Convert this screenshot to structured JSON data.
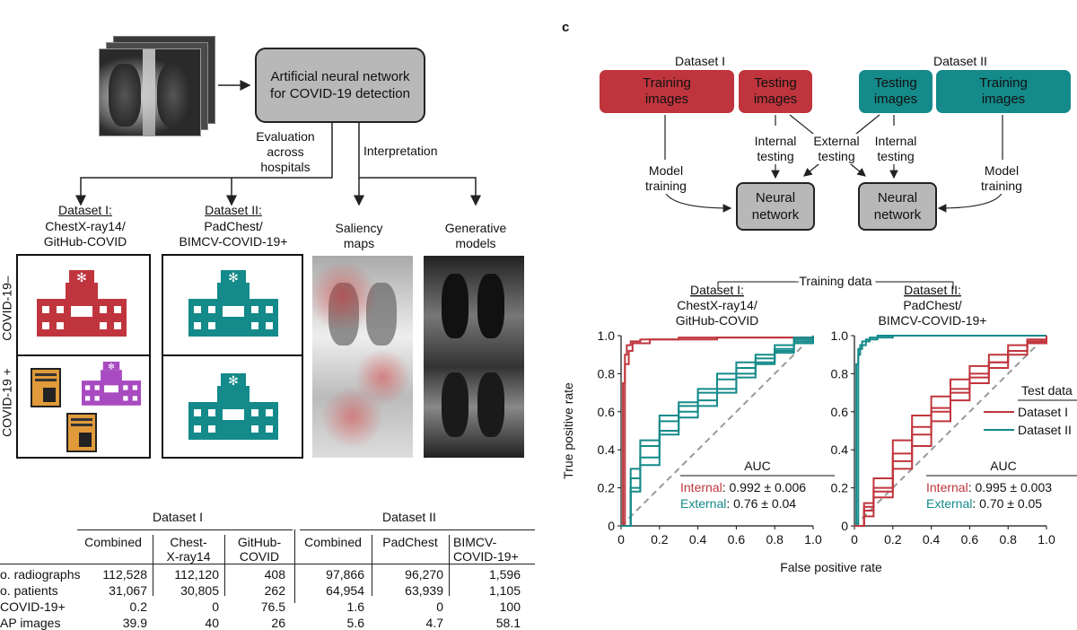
{
  "panel_c_label": "c",
  "top_flow": {
    "ann_box": "Artificial neural network\nfor COVID-19 detection",
    "evaluation": "Evaluation\nacross\nhospitals",
    "interpretation": "Interpretation",
    "dataset1_title": "Dataset I:",
    "dataset1_names": "ChestX-ray14/\nGitHub-COVID",
    "dataset2_title": "Dataset II:",
    "dataset2_names": "PadChest/\nBIMCV-COVID-19+",
    "saliency": "Saliency\nmaps",
    "generative": "Generative\nmodels",
    "row_neg": "COVID-19–",
    "row_pos": "COVID-19 +"
  },
  "table": {
    "group1": "Dataset I",
    "group2": "Dataset II",
    "headers": [
      "Combined",
      "Chest-\nX-ray14",
      "GitHub-\nCOVID",
      "Combined",
      "PadChest",
      "BIMCV-\nCOVID-19+"
    ],
    "rows": [
      {
        "label": "o. radiographs",
        "values": [
          "112,528",
          "112,120",
          "408",
          "97,866",
          "96,270",
          "1,596"
        ]
      },
      {
        "label": "o. patients",
        "values": [
          "31,067",
          "30,805",
          "262",
          "64,954",
          "63,939",
          "1,105"
        ]
      },
      {
        "label": "COVID-19+",
        "values": [
          "0.2",
          "0",
          "76.5",
          "1.6",
          "0",
          "100"
        ]
      },
      {
        "label": "AP images",
        "values": [
          "39.9",
          "40",
          "26",
          "5.6",
          "4.7",
          "58.1"
        ]
      }
    ]
  },
  "diagram_c": {
    "dataset1": "Dataset I",
    "dataset2": "Dataset II",
    "training_images": "Training\nimages",
    "testing_images": "Testing\nimages",
    "internal_testing": "Internal\ntesting",
    "external_testing": "External\ntesting",
    "model_training": "Model\ntraining",
    "neural_network": "Neural\nnetwork",
    "colors": {
      "red": "#c0353d",
      "teal": "#148a8a"
    }
  },
  "chart_data": [
    {
      "type": "line",
      "title": "Dataset I:\nChestX-ray14/\nGitHub-COVID",
      "supertitle": "Training data",
      "xlabel": "False positive rate",
      "ylabel": "True positive rate",
      "xlim": [
        0,
        1
      ],
      "ylim": [
        0,
        1
      ],
      "ticks": [
        0,
        0.2,
        0.4,
        0.6,
        0.8,
        1.0
      ],
      "tick_labels": [
        "0",
        "0.2",
        "0.4",
        "0.6",
        "0.8",
        "1.0"
      ],
      "auc_label": "AUC",
      "internal_label": "Internal",
      "internal_value": ": 0.992 ± 0.006",
      "external_label": "External",
      "external_value": ": 0.76 ± 0.04",
      "series": [
        {
          "color": "#c0353d",
          "x": [
            0,
            0.01,
            0.02,
            0.03,
            0.05,
            0.1,
            0.3,
            1.0
          ],
          "y": [
            0,
            0.75,
            0.9,
            0.95,
            0.97,
            0.98,
            0.99,
            1.0
          ]
        },
        {
          "color": "#c0353d",
          "x": [
            0,
            0.02,
            0.04,
            0.06,
            0.15,
            0.5,
            1.0
          ],
          "y": [
            0,
            0.85,
            0.92,
            0.96,
            0.98,
            0.99,
            1.0
          ]
        },
        {
          "color": "#148a8a",
          "x": [
            0,
            0.05,
            0.1,
            0.2,
            0.3,
            0.4,
            0.5,
            0.6,
            0.7,
            0.8,
            0.9,
            1.0
          ],
          "y": [
            0,
            0.25,
            0.42,
            0.55,
            0.63,
            0.7,
            0.77,
            0.83,
            0.88,
            0.93,
            0.98,
            1.0
          ]
        },
        {
          "color": "#148a8a",
          "x": [
            0,
            0.05,
            0.1,
            0.2,
            0.3,
            0.4,
            0.5,
            0.6,
            0.7,
            0.8,
            0.9,
            1.0
          ],
          "y": [
            0,
            0.2,
            0.36,
            0.5,
            0.6,
            0.66,
            0.72,
            0.8,
            0.86,
            0.92,
            0.97,
            1.0
          ]
        },
        {
          "color": "#148a8a",
          "x": [
            0,
            0.05,
            0.1,
            0.2,
            0.3,
            0.4,
            0.5,
            0.6,
            0.7,
            0.8,
            0.9,
            1.0
          ],
          "y": [
            0,
            0.3,
            0.45,
            0.58,
            0.65,
            0.72,
            0.8,
            0.86,
            0.9,
            0.95,
            0.99,
            1.0
          ]
        },
        {
          "color": "#148a8a",
          "x": [
            0,
            0.05,
            0.1,
            0.2,
            0.3,
            0.4,
            0.5,
            0.6,
            0.7,
            0.8,
            0.9,
            1.0
          ],
          "y": [
            0,
            0.18,
            0.32,
            0.48,
            0.57,
            0.63,
            0.7,
            0.78,
            0.85,
            0.91,
            0.96,
            1.0
          ]
        }
      ]
    },
    {
      "type": "line",
      "title": "Dataset II:\nPadChest/\nBIMCV-COVID-19+",
      "xlim": [
        0,
        1
      ],
      "ylim": [
        0,
        1
      ],
      "ticks": [
        0,
        0.2,
        0.4,
        0.6,
        0.8,
        1.0
      ],
      "tick_labels": [
        "0",
        "0.2",
        "0.4",
        "0.6",
        "0.8",
        "1.0"
      ],
      "legend_title": "Test data",
      "legend": [
        {
          "name": "Dataset I",
          "color": "#c0353d"
        },
        {
          "name": "Dataset II",
          "color": "#148a8a"
        }
      ],
      "auc_label": "AUC",
      "internal_label": "Internal",
      "internal_value": ": 0.995 ± 0.003",
      "external_label": "External",
      "external_value": ": 0.70 ± 0.05",
      "series": [
        {
          "color": "#148a8a",
          "x": [
            0,
            0.01,
            0.02,
            0.04,
            0.08,
            0.2,
            1.0
          ],
          "y": [
            0,
            0.85,
            0.93,
            0.97,
            0.99,
            1.0,
            1.0
          ]
        },
        {
          "color": "#148a8a",
          "x": [
            0,
            0.02,
            0.03,
            0.06,
            0.12,
            1.0
          ],
          "y": [
            0,
            0.9,
            0.95,
            0.98,
            1.0,
            1.0
          ]
        },
        {
          "color": "#c0353d",
          "x": [
            0,
            0.05,
            0.1,
            0.2,
            0.3,
            0.4,
            0.5,
            0.6,
            0.7,
            0.8,
            0.9,
            1.0
          ],
          "y": [
            0,
            0.1,
            0.2,
            0.38,
            0.52,
            0.62,
            0.72,
            0.8,
            0.86,
            0.92,
            0.97,
            1.0
          ]
        },
        {
          "color": "#c0353d",
          "x": [
            0,
            0.05,
            0.1,
            0.2,
            0.3,
            0.4,
            0.5,
            0.6,
            0.7,
            0.8,
            0.9,
            1.0
          ],
          "y": [
            0,
            0.05,
            0.15,
            0.3,
            0.42,
            0.55,
            0.66,
            0.75,
            0.83,
            0.9,
            0.96,
            1.0
          ]
        },
        {
          "color": "#c0353d",
          "x": [
            0,
            0.05,
            0.1,
            0.2,
            0.3,
            0.4,
            0.5,
            0.6,
            0.7,
            0.8,
            0.9,
            1.0
          ],
          "y": [
            0,
            0.12,
            0.25,
            0.45,
            0.58,
            0.68,
            0.77,
            0.84,
            0.9,
            0.95,
            0.98,
            1.0
          ]
        },
        {
          "color": "#c0353d",
          "x": [
            0,
            0.05,
            0.1,
            0.2,
            0.3,
            0.4,
            0.5,
            0.6,
            0.7,
            0.8,
            0.9,
            1.0
          ],
          "y": [
            0,
            0.08,
            0.18,
            0.34,
            0.48,
            0.6,
            0.7,
            0.78,
            0.86,
            0.92,
            0.97,
            1.0
          ]
        }
      ]
    }
  ]
}
